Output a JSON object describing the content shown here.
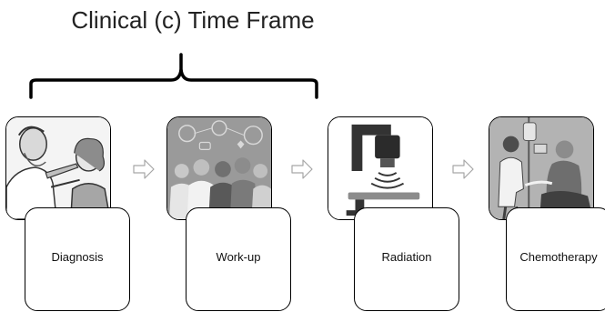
{
  "title": "Clinical (c) Time Frame",
  "stages": [
    {
      "label": "Diagnosis",
      "icon": "doctor-patient-exam-icon"
    },
    {
      "label": "Work-up",
      "icon": "medical-team-icon"
    },
    {
      "label": "Radiation",
      "icon": "radiation-machine-icon"
    },
    {
      "label": "Chemotherapy",
      "icon": "chemotherapy-infusion-icon"
    }
  ],
  "bracket_spans_stages": [
    "Diagnosis",
    "Work-up"
  ],
  "colors": {
    "outline": "#000000",
    "text": "#111111",
    "arrow": "#a6a6a6",
    "image_gray": "#808080"
  }
}
